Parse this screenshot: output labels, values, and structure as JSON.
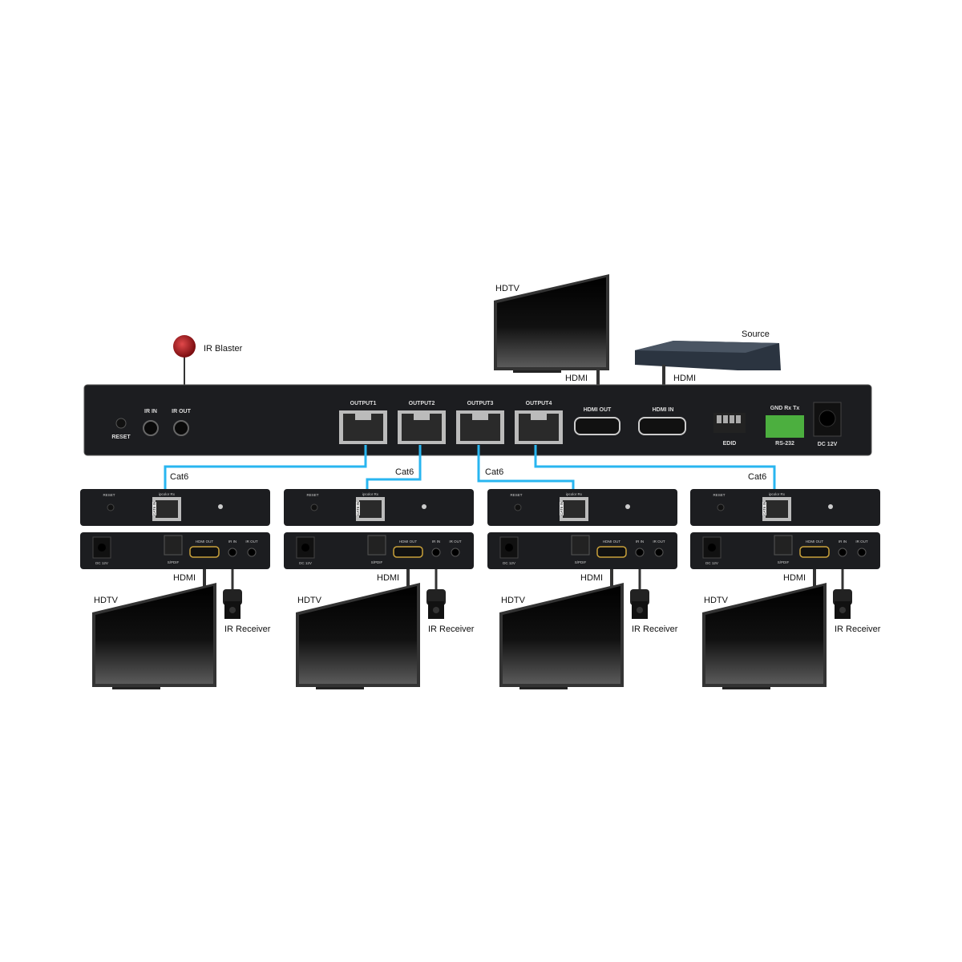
{
  "colors": {
    "cable_cat6": "#29b6f0",
    "chassis": "#1c1d20",
    "rs232_terminal": "#4caf3f"
  },
  "labels": {
    "hdtv_top": "HDTV",
    "hdmi_tv": "HDMI",
    "source": "Source",
    "hdmi_source": "HDMI",
    "ir_blaster": "IR Blaster"
  },
  "matrix": {
    "reset": "RESET",
    "ir_in": "IR IN",
    "ir_out": "IR OUT",
    "outputs": [
      "OUTPUT1",
      "OUTPUT2",
      "OUTPUT3",
      "OUTPUT4"
    ],
    "hdmi_out": "HDMI OUT",
    "hdmi_in": "HDMI IN",
    "edid": "EDID",
    "rs232_pins": "GND  Rx  Tx",
    "rs232": "RS-232",
    "dc": "DC 12V"
  },
  "cables": [
    "Cat6",
    "Cat6",
    "Cat6",
    "Cat6"
  ],
  "receiver": {
    "reset": "RESET",
    "port": "ipcolor Rx",
    "cat6_in": "CAT6 IN",
    "dc": "DC 12V",
    "spdif": "S/PDIF",
    "hdmi_out": "HDMI OUT",
    "ir_in": "IR IN",
    "ir_out": "IR OUT"
  },
  "zones": [
    {
      "hdtv": "HDTV",
      "hdmi": "HDMI",
      "ir": "IR Receiver"
    },
    {
      "hdtv": "HDTV",
      "hdmi": "HDMI",
      "ir": "IR Receiver"
    },
    {
      "hdtv": "HDTV",
      "hdmi": "HDMI",
      "ir": "IR Receiver"
    },
    {
      "hdtv": "HDTV",
      "hdmi": "HDMI",
      "ir": "IR Receiver"
    }
  ]
}
